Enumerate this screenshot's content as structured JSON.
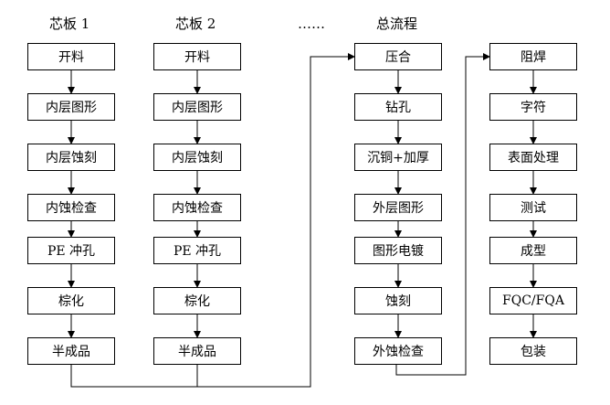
{
  "columns": [
    {
      "header": "芯板 1",
      "steps": [
        "开料",
        "内层图形",
        "内层蚀刻",
        "内蚀检查",
        "PE 冲孔",
        "棕化",
        "半成品"
      ]
    },
    {
      "header": "芯板 2",
      "steps": [
        "开料",
        "内层图形",
        "内层蚀刻",
        "内蚀检查",
        "PE 冲孔",
        "棕化",
        "半成品"
      ]
    },
    {
      "header": "总流程",
      "steps": [
        "压合",
        "钻孔",
        "沉铜+加厚",
        "外层图形",
        "图形电镀",
        "蚀刻",
        "外蚀检查"
      ]
    },
    {
      "header": "",
      "steps": [
        "阻焊",
        "字符",
        "表面处理",
        "测试",
        "成型",
        "FQC/FQA",
        "包装"
      ]
    }
  ],
  "ellipsis": "……"
}
